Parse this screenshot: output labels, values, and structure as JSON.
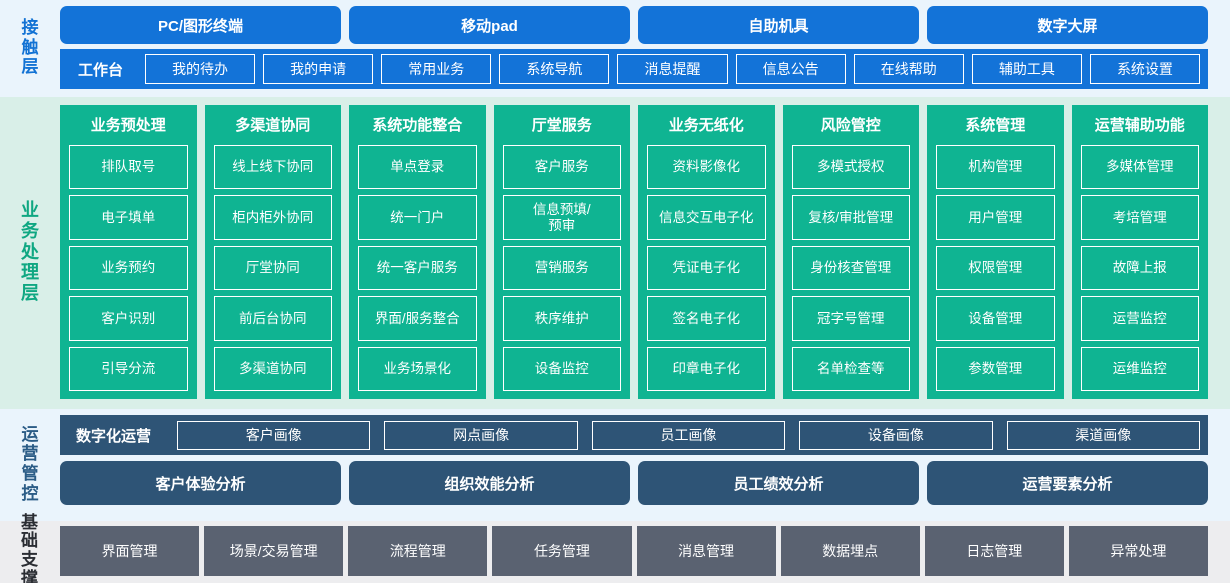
{
  "layers": {
    "contact": {
      "label": "接触层",
      "terminals": [
        "PC/图形终端",
        "移动pad",
        "自助机具",
        "数字大屏"
      ],
      "workbench_title": "工作台",
      "workbench_items": [
        "我的待办",
        "我的申请",
        "常用业务",
        "系统导航",
        "消息提醒",
        "信息公告",
        "在线帮助",
        "辅助工具",
        "系统设置"
      ]
    },
    "business": {
      "label": "业务处理层",
      "columns": [
        {
          "title": "业务预处理",
          "items": [
            "排队取号",
            "电子填单",
            "业务预约",
            "客户识别",
            "引导分流"
          ]
        },
        {
          "title": "多渠道协同",
          "items": [
            "线上线下协同",
            "柜内柜外协同",
            "厅堂协同",
            "前后台协同",
            "多渠道协同"
          ]
        },
        {
          "title": "系统功能整合",
          "items": [
            "单点登录",
            "统一门户",
            "统一客户服务",
            "界面/服务整合",
            "业务场景化"
          ]
        },
        {
          "title": "厅堂服务",
          "items": [
            "客户服务",
            "信息预填/\n预审",
            "营销服务",
            "秩序维护",
            "设备监控"
          ]
        },
        {
          "title": "业务无纸化",
          "items": [
            "资料影像化",
            "信息交互电子化",
            "凭证电子化",
            "签名电子化",
            "印章电子化"
          ]
        },
        {
          "title": "风险管控",
          "items": [
            "多模式授权",
            "复核/审批管理",
            "身份核查管理",
            "冠字号管理",
            "名单检查等"
          ]
        },
        {
          "title": "系统管理",
          "items": [
            "机构管理",
            "用户管理",
            "权限管理",
            "设备管理",
            "参数管理"
          ]
        },
        {
          "title": "运营辅助功能",
          "items": [
            "多媒体管理",
            "考培管理",
            "故障上报",
            "运营监控",
            "运维监控"
          ]
        }
      ]
    },
    "ops": {
      "label": "运营管控",
      "digital_ops_title": "数字化运营",
      "portraits": [
        "客户画像",
        "网点画像",
        "员工画像",
        "设备画像",
        "渠道画像"
      ],
      "analyses": [
        "客户体验分析",
        "组织效能分析",
        "员工绩效分析",
        "运营要素分析"
      ]
    },
    "foundation": {
      "label": "基础支撑",
      "items": [
        "界面管理",
        "场景/交易管理",
        "流程管理",
        "任务管理",
        "消息管理",
        "数据埋点",
        "日志管理",
        "异常处理"
      ]
    }
  },
  "colors": {
    "contact_bg": "#eaf4fc",
    "contact_accent": "#1373d8",
    "business_bg": "#d9efe8",
    "business_accent": "#0fb492",
    "ops_bg": "#eaf4fc",
    "ops_accent": "#2e5476",
    "foundation_bg": "#ededef",
    "foundation_accent": "#5a6271"
  }
}
